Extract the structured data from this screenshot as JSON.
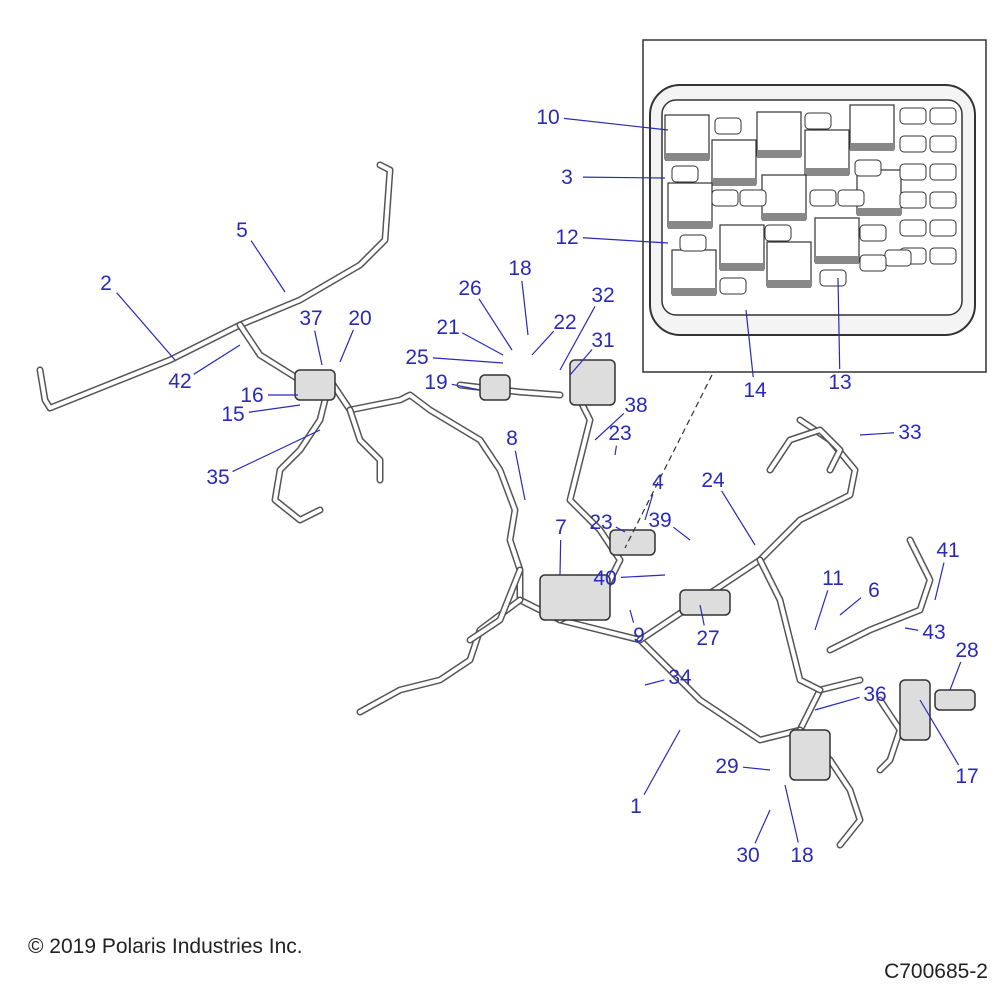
{
  "diagram": {
    "callouts": [
      "10",
      "3",
      "12",
      "14",
      "13",
      "5",
      "2",
      "18",
      "26",
      "32",
      "37",
      "20",
      "21",
      "22",
      "25",
      "31",
      "19",
      "42",
      "16",
      "15",
      "38",
      "8",
      "23",
      "35",
      "33",
      "4",
      "24",
      "23",
      "39",
      "7",
      "40",
      "41",
      "11",
      "6",
      "9",
      "27",
      "43",
      "28",
      "34",
      "36",
      "29",
      "17",
      "1",
      "30",
      "18"
    ],
    "callout_color": "#2a2ab8",
    "line_color": "#555555"
  },
  "footer": {
    "copyright": "© 2019 Polaris Industries Inc.",
    "drawing_id": "C700685-2"
  }
}
